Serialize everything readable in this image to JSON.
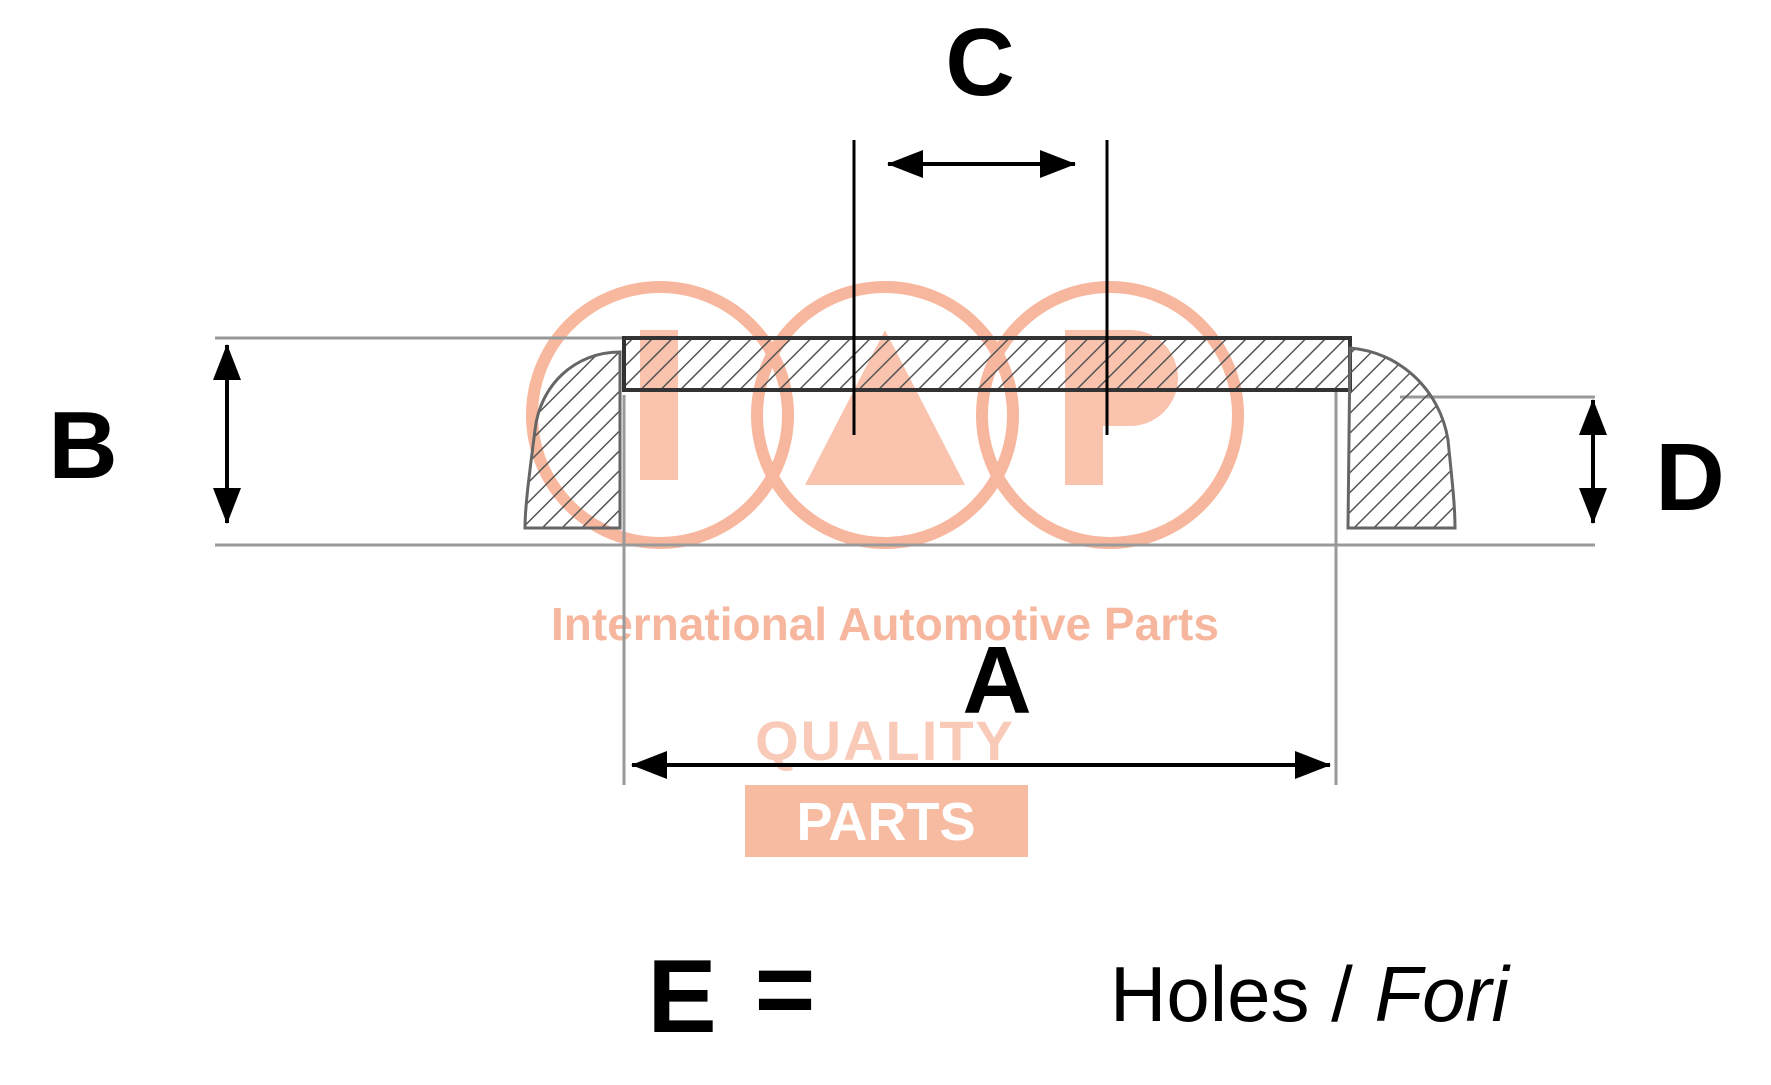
{
  "dimensions": {
    "a": "A",
    "b": "B",
    "c": "C",
    "d": "D"
  },
  "legend": {
    "key": "E",
    "equals": "=",
    "holes": "Holes",
    "separator": " / ",
    "fori": "Fori"
  },
  "watermark": {
    "brand_logo_letters": "IAP",
    "tagline": "International Automotive Parts",
    "quality": "QUALITY",
    "parts": "PARTS",
    "color": "#f08a60"
  },
  "colors": {
    "ink": "#000000",
    "hatch": "#555555",
    "outline": "#666666",
    "guide": "#999999"
  }
}
